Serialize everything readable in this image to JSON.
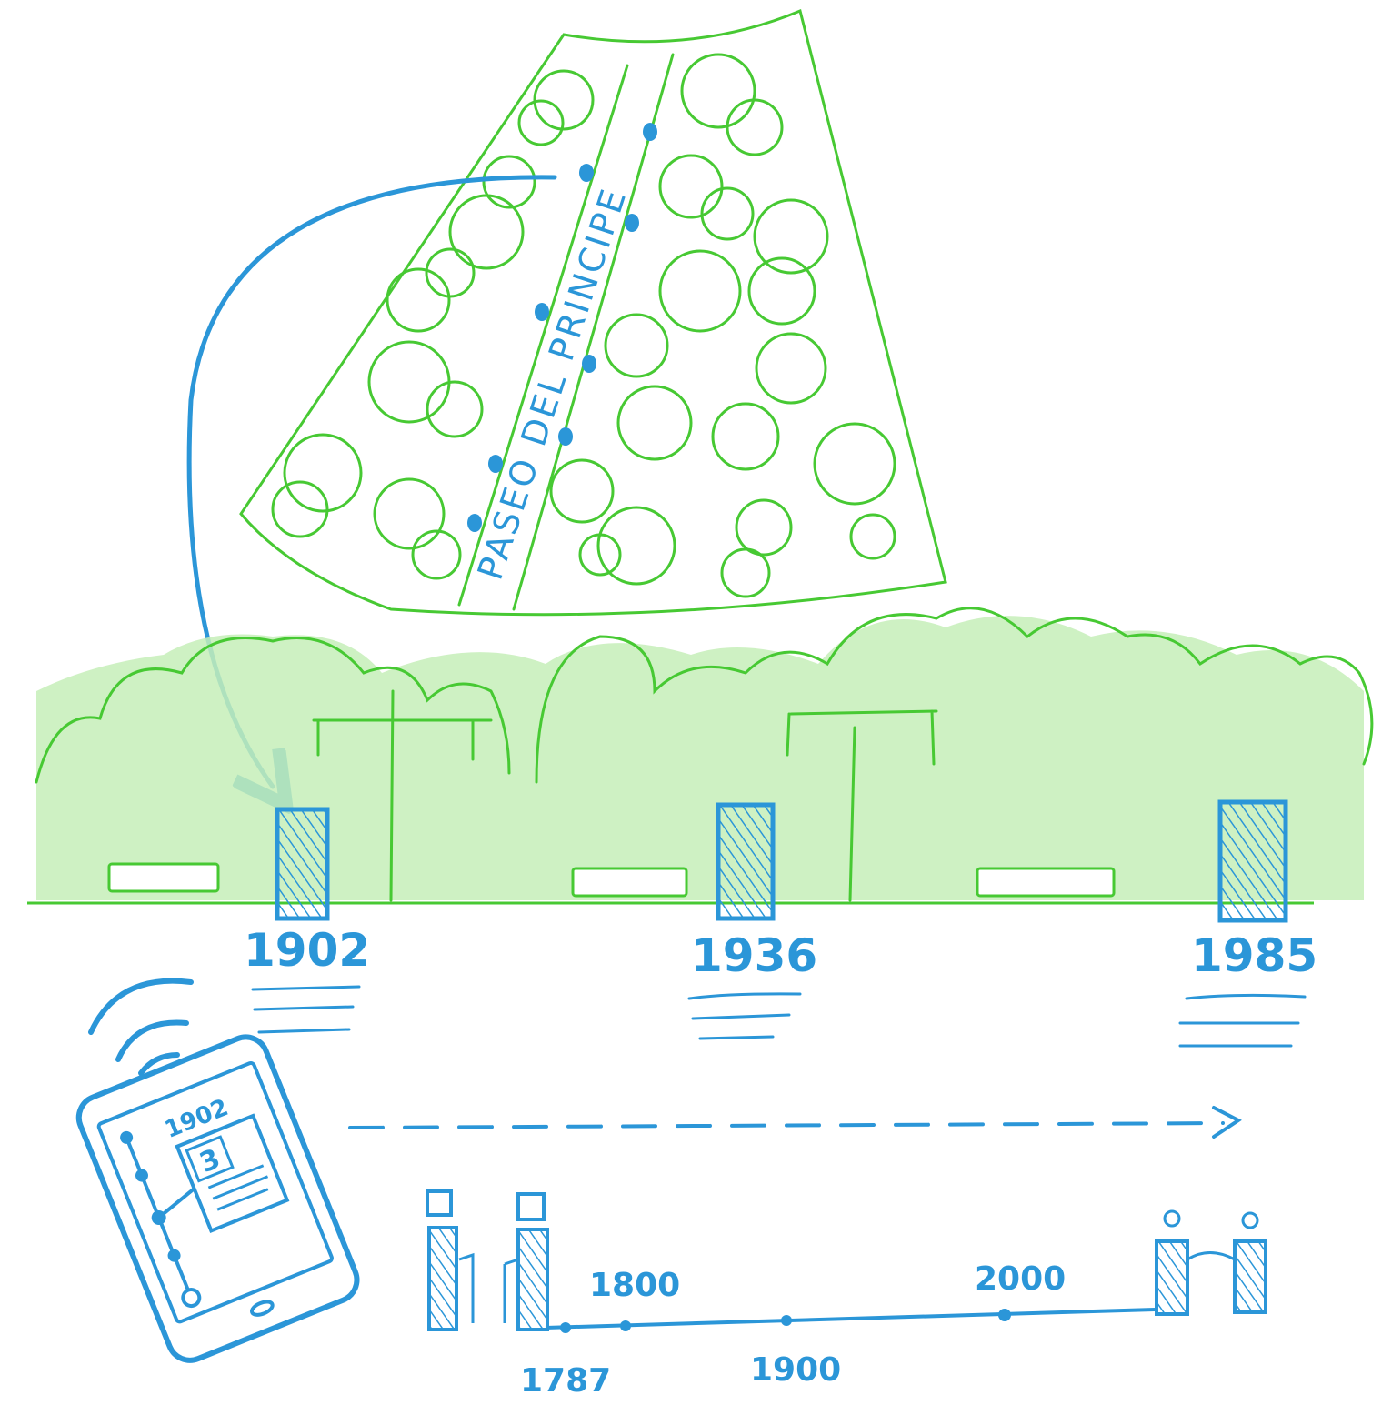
{
  "colors": {
    "green": "#47c933",
    "green_wash": "#c6efb9",
    "blue": "#2b96d8",
    "background": "#ffffff"
  },
  "map": {
    "street_name": "PASEO DEL PRINCIPE"
  },
  "markers": [
    {
      "year": "1902"
    },
    {
      "year": "1936"
    },
    {
      "year": "1985"
    }
  ],
  "phone": {
    "screen_year": "1902",
    "card_number": "3"
  },
  "timeline": {
    "above_labels": [
      "1800",
      "2000"
    ],
    "below_labels": [
      "1787",
      "1900"
    ]
  }
}
